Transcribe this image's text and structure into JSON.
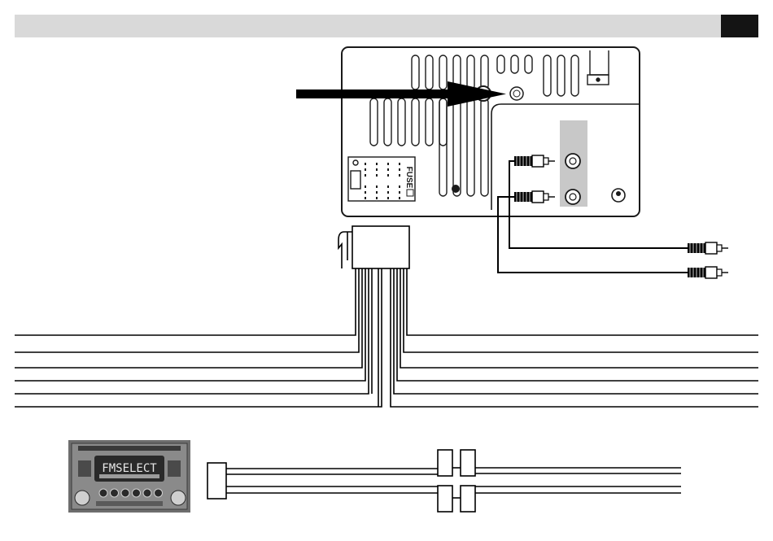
{
  "header": {
    "bar_color": "#d9d9d9",
    "tab_color": "#141414"
  },
  "unit_rear": {
    "fuse_label": "FUSE"
  },
  "radio_face": {
    "display_text": "FMSELECT",
    "body_color": "#6e6e6e",
    "display_color": "#2a2a2a",
    "button_count": 6
  },
  "colors": {
    "line": "#000000",
    "panel_outline": "#1a1a1a",
    "highlight_panel": "#c8c8c8"
  },
  "icons": {
    "arrow": "arrow-right-icon",
    "antenna_jack": "antenna-jack-icon",
    "ground": "ground-screw-icon",
    "rca_plug": "rca-plug-icon"
  }
}
